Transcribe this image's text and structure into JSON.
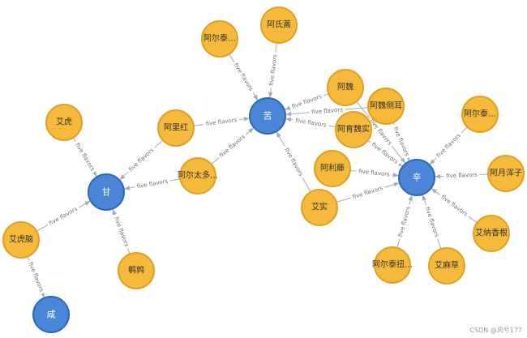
{
  "colors": {
    "herb_fill": "#f5b93b",
    "herb_stroke": "#e0a020",
    "flavor_fill": "#4a86d8",
    "flavor_stroke": "#2e66b8",
    "edge": "#a6abb5"
  },
  "nodes": [
    {
      "id": "ku",
      "label": "苦",
      "type": "flavor"
    },
    {
      "id": "gan",
      "label": "甘",
      "type": "flavor"
    },
    {
      "id": "xin",
      "label": "辛",
      "type": "flavor"
    },
    {
      "id": "xian",
      "label": "咸",
      "type": "flavor"
    },
    {
      "id": "n1",
      "label": "阿尔泰…",
      "type": "herb"
    },
    {
      "id": "n2",
      "label": "阿氏蒿",
      "type": "herb"
    },
    {
      "id": "n3",
      "label": "阿魏",
      "type": "herb"
    },
    {
      "id": "n4",
      "label": "阿魏侧耳",
      "type": "herb"
    },
    {
      "id": "n5",
      "label": "阿育魏实",
      "type": "herb"
    },
    {
      "id": "n6",
      "label": "阿里红",
      "type": "herb"
    },
    {
      "id": "n7",
      "label": "阿尔太多…",
      "type": "herb"
    },
    {
      "id": "n8",
      "label": "阿利藤",
      "type": "herb"
    },
    {
      "id": "n9",
      "label": "艾实",
      "type": "herb"
    },
    {
      "id": "n10",
      "label": "阿尔泰…",
      "type": "herb"
    },
    {
      "id": "n11",
      "label": "阿月浑子",
      "type": "herb"
    },
    {
      "id": "n12",
      "label": "艾纳香根",
      "type": "herb"
    },
    {
      "id": "n13",
      "label": "艾麻草",
      "type": "herb"
    },
    {
      "id": "n14",
      "label": "阿尔泰扭…",
      "type": "herb"
    },
    {
      "id": "n15",
      "label": "艾虎",
      "type": "herb"
    },
    {
      "id": "n16",
      "label": "艾虎脑",
      "type": "herb"
    },
    {
      "id": "n17",
      "label": "鹌鹑",
      "type": "herb"
    }
  ],
  "edges": [
    {
      "source": "n1",
      "target": "ku",
      "label": "five flavors"
    },
    {
      "source": "n2",
      "target": "ku",
      "label": "five flavors"
    },
    {
      "source": "n3",
      "target": "ku",
      "label": "five flavors"
    },
    {
      "source": "n4",
      "target": "ku",
      "label": "five flavors"
    },
    {
      "source": "n5",
      "target": "ku",
      "label": "five flavors"
    },
    {
      "source": "n6",
      "target": "ku",
      "label": "five flavors"
    },
    {
      "source": "n7",
      "target": "ku",
      "label": "five flavors"
    },
    {
      "source": "n9",
      "target": "ku",
      "label": "five flavors"
    },
    {
      "source": "n3",
      "target": "xin",
      "label": "five flavors"
    },
    {
      "source": "n4",
      "target": "xin",
      "label": "five flavors"
    },
    {
      "source": "n5",
      "target": "xin",
      "label": "five flavors"
    },
    {
      "source": "n8",
      "target": "xin",
      "label": "five flavors"
    },
    {
      "source": "n9",
      "target": "xin",
      "label": "five flavors"
    },
    {
      "source": "n10",
      "target": "xin",
      "label": "five flavors"
    },
    {
      "source": "n11",
      "target": "xin",
      "label": "five flavors"
    },
    {
      "source": "n12",
      "target": "xin",
      "label": "five flavors"
    },
    {
      "source": "n13",
      "target": "xin",
      "label": "five flavors"
    },
    {
      "source": "n14",
      "target": "xin",
      "label": "five flavors"
    },
    {
      "source": "n6",
      "target": "gan",
      "label": "five flavors"
    },
    {
      "source": "n7",
      "target": "gan",
      "label": "five flavors"
    },
    {
      "source": "n15",
      "target": "gan",
      "label": "five flavors"
    },
    {
      "source": "n16",
      "target": "gan",
      "label": "five flavors"
    },
    {
      "source": "n17",
      "target": "gan",
      "label": "five flavors"
    },
    {
      "source": "n16",
      "target": "xian",
      "label": "five flavors"
    }
  ],
  "watermark": "CSDN @风兮177"
}
